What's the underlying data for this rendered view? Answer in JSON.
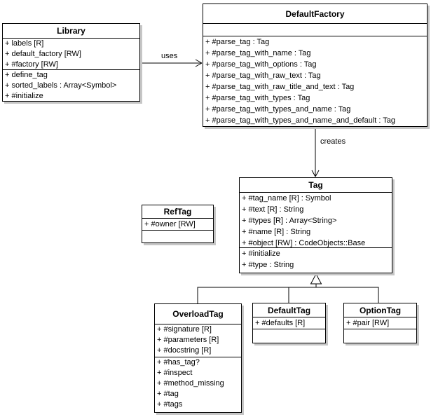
{
  "diagram": {
    "type": "uml-class-diagram",
    "colors": {
      "background": "#ffffff",
      "box_fill": "#ffffff",
      "border": "#000000",
      "shadow": "#c6c6c6",
      "text": "#000000"
    },
    "classes": [
      {
        "name": "Library",
        "attributes": [
          "+ labels [R]",
          "+ default_factory [RW]",
          "+ #factory [RW]"
        ],
        "methods": [
          "+ define_tag",
          "+ sorted_labels : Array<Symbol>",
          "+ #initialize"
        ]
      },
      {
        "name": "DefaultFactory",
        "attributes": [],
        "methods": [
          "+ #parse_tag : Tag",
          "+ #parse_tag_with_name : Tag",
          "+ #parse_tag_with_options : Tag",
          "+ #parse_tag_with_raw_text : Tag",
          "+ #parse_tag_with_raw_title_and_text : Tag",
          "+ #parse_tag_with_types : Tag",
          "+ #parse_tag_with_types_and_name : Tag",
          "+ #parse_tag_with_types_and_name_and_default : Tag"
        ]
      },
      {
        "name": "RefTag",
        "attributes": [
          "+ #owner [RW]"
        ],
        "methods": []
      },
      {
        "name": "Tag",
        "attributes": [
          "+ #tag_name [R] : Symbol",
          "+ #text [R] : String",
          "+ #types [R] : Array<String>",
          "+ #name [R] : String",
          "+ #object [RW] : CodeObjects::Base"
        ],
        "methods": [
          "+ #initialize",
          "+ #type : String"
        ]
      },
      {
        "name": "OverloadTag",
        "attributes": [
          "+ #signature [R]",
          "+ #parameters [R]",
          "+ #docstring [R]"
        ],
        "methods": [
          "+ #has_tag?",
          "+ #inspect",
          "+ #method_missing",
          "+ #tag",
          "+ #tags"
        ]
      },
      {
        "name": "DefaultTag",
        "attributes": [
          "+ #defaults [R]"
        ],
        "methods": []
      },
      {
        "name": "OptionTag",
        "attributes": [
          "+ #pair [RW]"
        ],
        "methods": []
      }
    ],
    "relationships": [
      {
        "type": "directed-association",
        "label": "uses",
        "from": "Library",
        "to": "DefaultFactory"
      },
      {
        "type": "directed-association",
        "label": "creates",
        "from": "DefaultFactory",
        "to": "Tag"
      },
      {
        "type": "generalization",
        "from": "OverloadTag",
        "to": "Tag"
      },
      {
        "type": "generalization",
        "from": "DefaultTag",
        "to": "Tag"
      },
      {
        "type": "generalization",
        "from": "OptionTag",
        "to": "Tag"
      }
    ]
  }
}
